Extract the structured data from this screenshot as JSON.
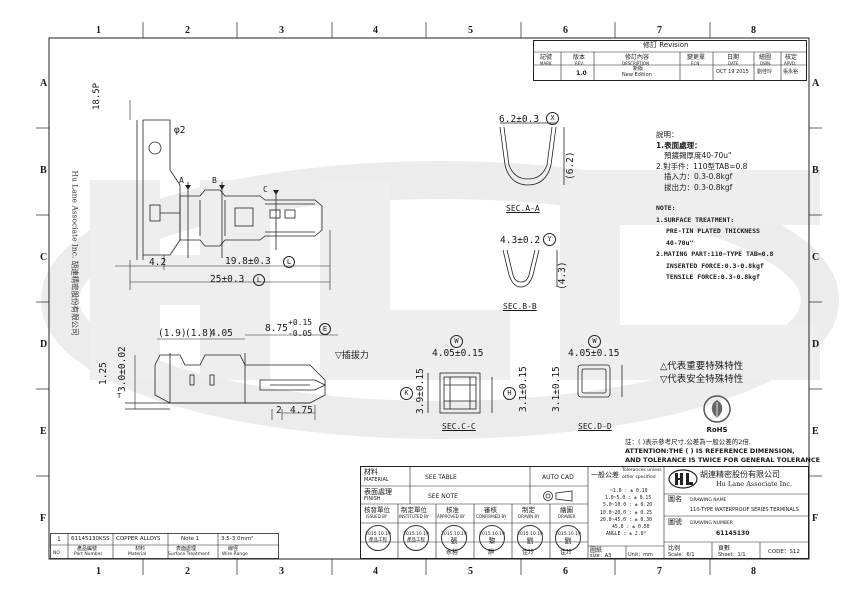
{
  "zone_numbers": [
    "1",
    "2",
    "3",
    "4",
    "5",
    "6",
    "7",
    "8"
  ],
  "zone_letters": [
    "A",
    "B",
    "C",
    "D",
    "E",
    "F"
  ],
  "revision": {
    "title": "修訂 Revision",
    "headers": [
      {
        "zh": "記號",
        "en": "MARK"
      },
      {
        "zh": "版本",
        "en": "REV."
      },
      {
        "zh": "修訂內容",
        "en": "DESCRIPTION"
      },
      {
        "zh": "變更單",
        "en": "ECN"
      },
      {
        "zh": "日期",
        "en": "DATE"
      },
      {
        "zh": "繪圖",
        "en": "DWN."
      },
      {
        "zh": "核定",
        "en": "APVD."
      }
    ],
    "row": {
      "mark": "",
      "rev": "1.0",
      "desc_zh": "新版",
      "desc_en": "New Edition",
      "ecn": "",
      "date": "OCT 19 2015",
      "dwn": "劉佳玲",
      "apvd": "張永裕"
    }
  },
  "watermark_left": "Hu Lane Associate Inc. 胡連精密股份有限公司",
  "dims_side": {
    "d1852": "18.5P",
    "phi2": "φ2",
    "a": "A",
    "b": "B",
    "c": "C",
    "d42": "4.2",
    "d198": "19.8±0.3",
    "L1": "L",
    "d25": "25±0.3",
    "L2": "L"
  },
  "dims_lower": {
    "d19": "(1.9)",
    "d18": "(1.8)",
    "d405": "4.05",
    "d875": "8.75",
    "tol_up": "+0.15",
    "tol_dn": "-0.05",
    "E": "E",
    "d302": "3.0±0.02",
    "T": "T",
    "d125": "1.25",
    "d2": "2",
    "d475": "4.75",
    "insert_force": "▽插拔力"
  },
  "sections": {
    "aa": {
      "dim": "6.2±0.3",
      "tag": "X",
      "side": "(6.2)",
      "label": "SEC.A-A"
    },
    "bb": {
      "dim": "4.3±0.2",
      "tag": "Y",
      "side": "(4.3)",
      "label": "SEC.B-B"
    },
    "cc": {
      "dim": "4.05±0.15",
      "tag": "W",
      "k": "K",
      "h": "H",
      "d39": "3.9±0.15",
      "d31": "3.1±0.15",
      "label": "SEC.C-C"
    },
    "dd": {
      "dim": "4.05±0.15",
      "tag": "W",
      "d31": "3.1±0.15",
      "label": "SEC.D-D"
    }
  },
  "notes_zh": [
    "說明：",
    "1.表面處理：",
    "  預鍍錫厚度40-70u\"",
    "2.對手件：110型TAB=0.8",
    "  插入力：0.3-0.8kgf",
    "  拔出力：0.3-0.8kgf"
  ],
  "notes_en": [
    "NOTE:",
    "1.SURFACE TREATMENT:",
    "  PRE-TIN PLATED THICKNESS",
    "  40-70u\"",
    "2.MATING PART:110-TYPE TAB=0.8",
    "  INSERTED FORCE:0.3-0.8kgf",
    "  TENSILE  FORCE:0.3-0.8kgf"
  ],
  "legend": [
    "△代表重要特殊特性",
    "▽代表安全特殊特性"
  ],
  "rohs": "RoHS",
  "footnote": [
    "註：( )表示參考尺寸,公差為一般公差的2倍.",
    "ATTENTION:THE ( ) IS REFERENCE DIMENSION,",
    "AND TOLERANCE IS TWICE FOR GENERAL TOLERANCE"
  ],
  "title_block": {
    "material_zh": "材料",
    "material_en": "MATERIAL",
    "material_val": "SEE TABLE",
    "finish_zh": "表面處理",
    "finish_en": "FINISH",
    "finish_val": "SEE NOTE",
    "auto_cad": "AUTO CAD",
    "general_tol_zh": "一般公差",
    "general_tol_en1": "Tolerances unless",
    "general_tol_en2": "other specified",
    "tolerances": [
      "~1.0  :  ± 0.10",
      "1.0~5.0  :  ± 0.15",
      "5.0~10.0  :  ± 0.20",
      "10.0~20.0  :  ± 0.25",
      "20.0~45.0  :  ± 0.30",
      "45.0  :  ± 0.50",
      "ANGLE  :  ± 2.0°"
    ],
    "company_zh": "胡連精密股份有限公司",
    "company_en": "Hu Lane Associate Inc.",
    "drawing_name_zh": "圖名",
    "drawing_name_en": "DRAWING NAME",
    "drawing_name_val": "110-TYPE WATERPROOF SERIES TERMINALS",
    "drawing_no_zh": "圖號",
    "drawing_no_en": "DRAWING NUMBER",
    "drawing_no_val": "61145130",
    "approvals": [
      {
        "zh": "核發單位",
        "en": "ISSUED BY"
      },
      {
        "zh": "制定單位",
        "en": "INSTITUTED BY"
      },
      {
        "zh": "核准",
        "en": "APPROVED BY"
      },
      {
        "zh": "審核",
        "en": "CONFIRMED BY"
      },
      {
        "zh": "制定",
        "en": "DRAWN BY"
      },
      {
        "zh": "繪圖",
        "en": "DRAWER"
      }
    ],
    "stamps": [
      "2015.10.19",
      "2015.10.19",
      "2015.10.19",
      "2015.10.19",
      "2015.10.19",
      "2015.10.19"
    ],
    "stamp_names": [
      "產品工程",
      "產品工程",
      "張",
      "黎",
      "劉",
      "劉"
    ],
    "signers": [
      "",
      "",
      "永裕",
      "靜",
      "佳玲",
      "佳玲"
    ],
    "size_zh": "圖紙",
    "size": "size：A3",
    "unit": "Unit：mm",
    "scale_zh": "比例",
    "scale": "Scale：6/1",
    "sheet_zh": "頁數",
    "sheet": "Sheet：1/1",
    "code": "CODE：S12"
  },
  "parts_table": {
    "row": {
      "no": "1",
      "part": "61145130KSS",
      "material": "COPPER ALLOYS",
      "treatment": "Note 1",
      "wire": "3.5-3.0mm²"
    },
    "headers": [
      {
        "zh": "",
        "en": "NO."
      },
      {
        "zh": "產品編號",
        "en": "Part Number"
      },
      {
        "zh": "材料",
        "en": "Material"
      },
      {
        "zh": "表面處理",
        "en": "Surface Treatment"
      },
      {
        "zh": "線徑",
        "en": "Wire Range"
      }
    ]
  }
}
